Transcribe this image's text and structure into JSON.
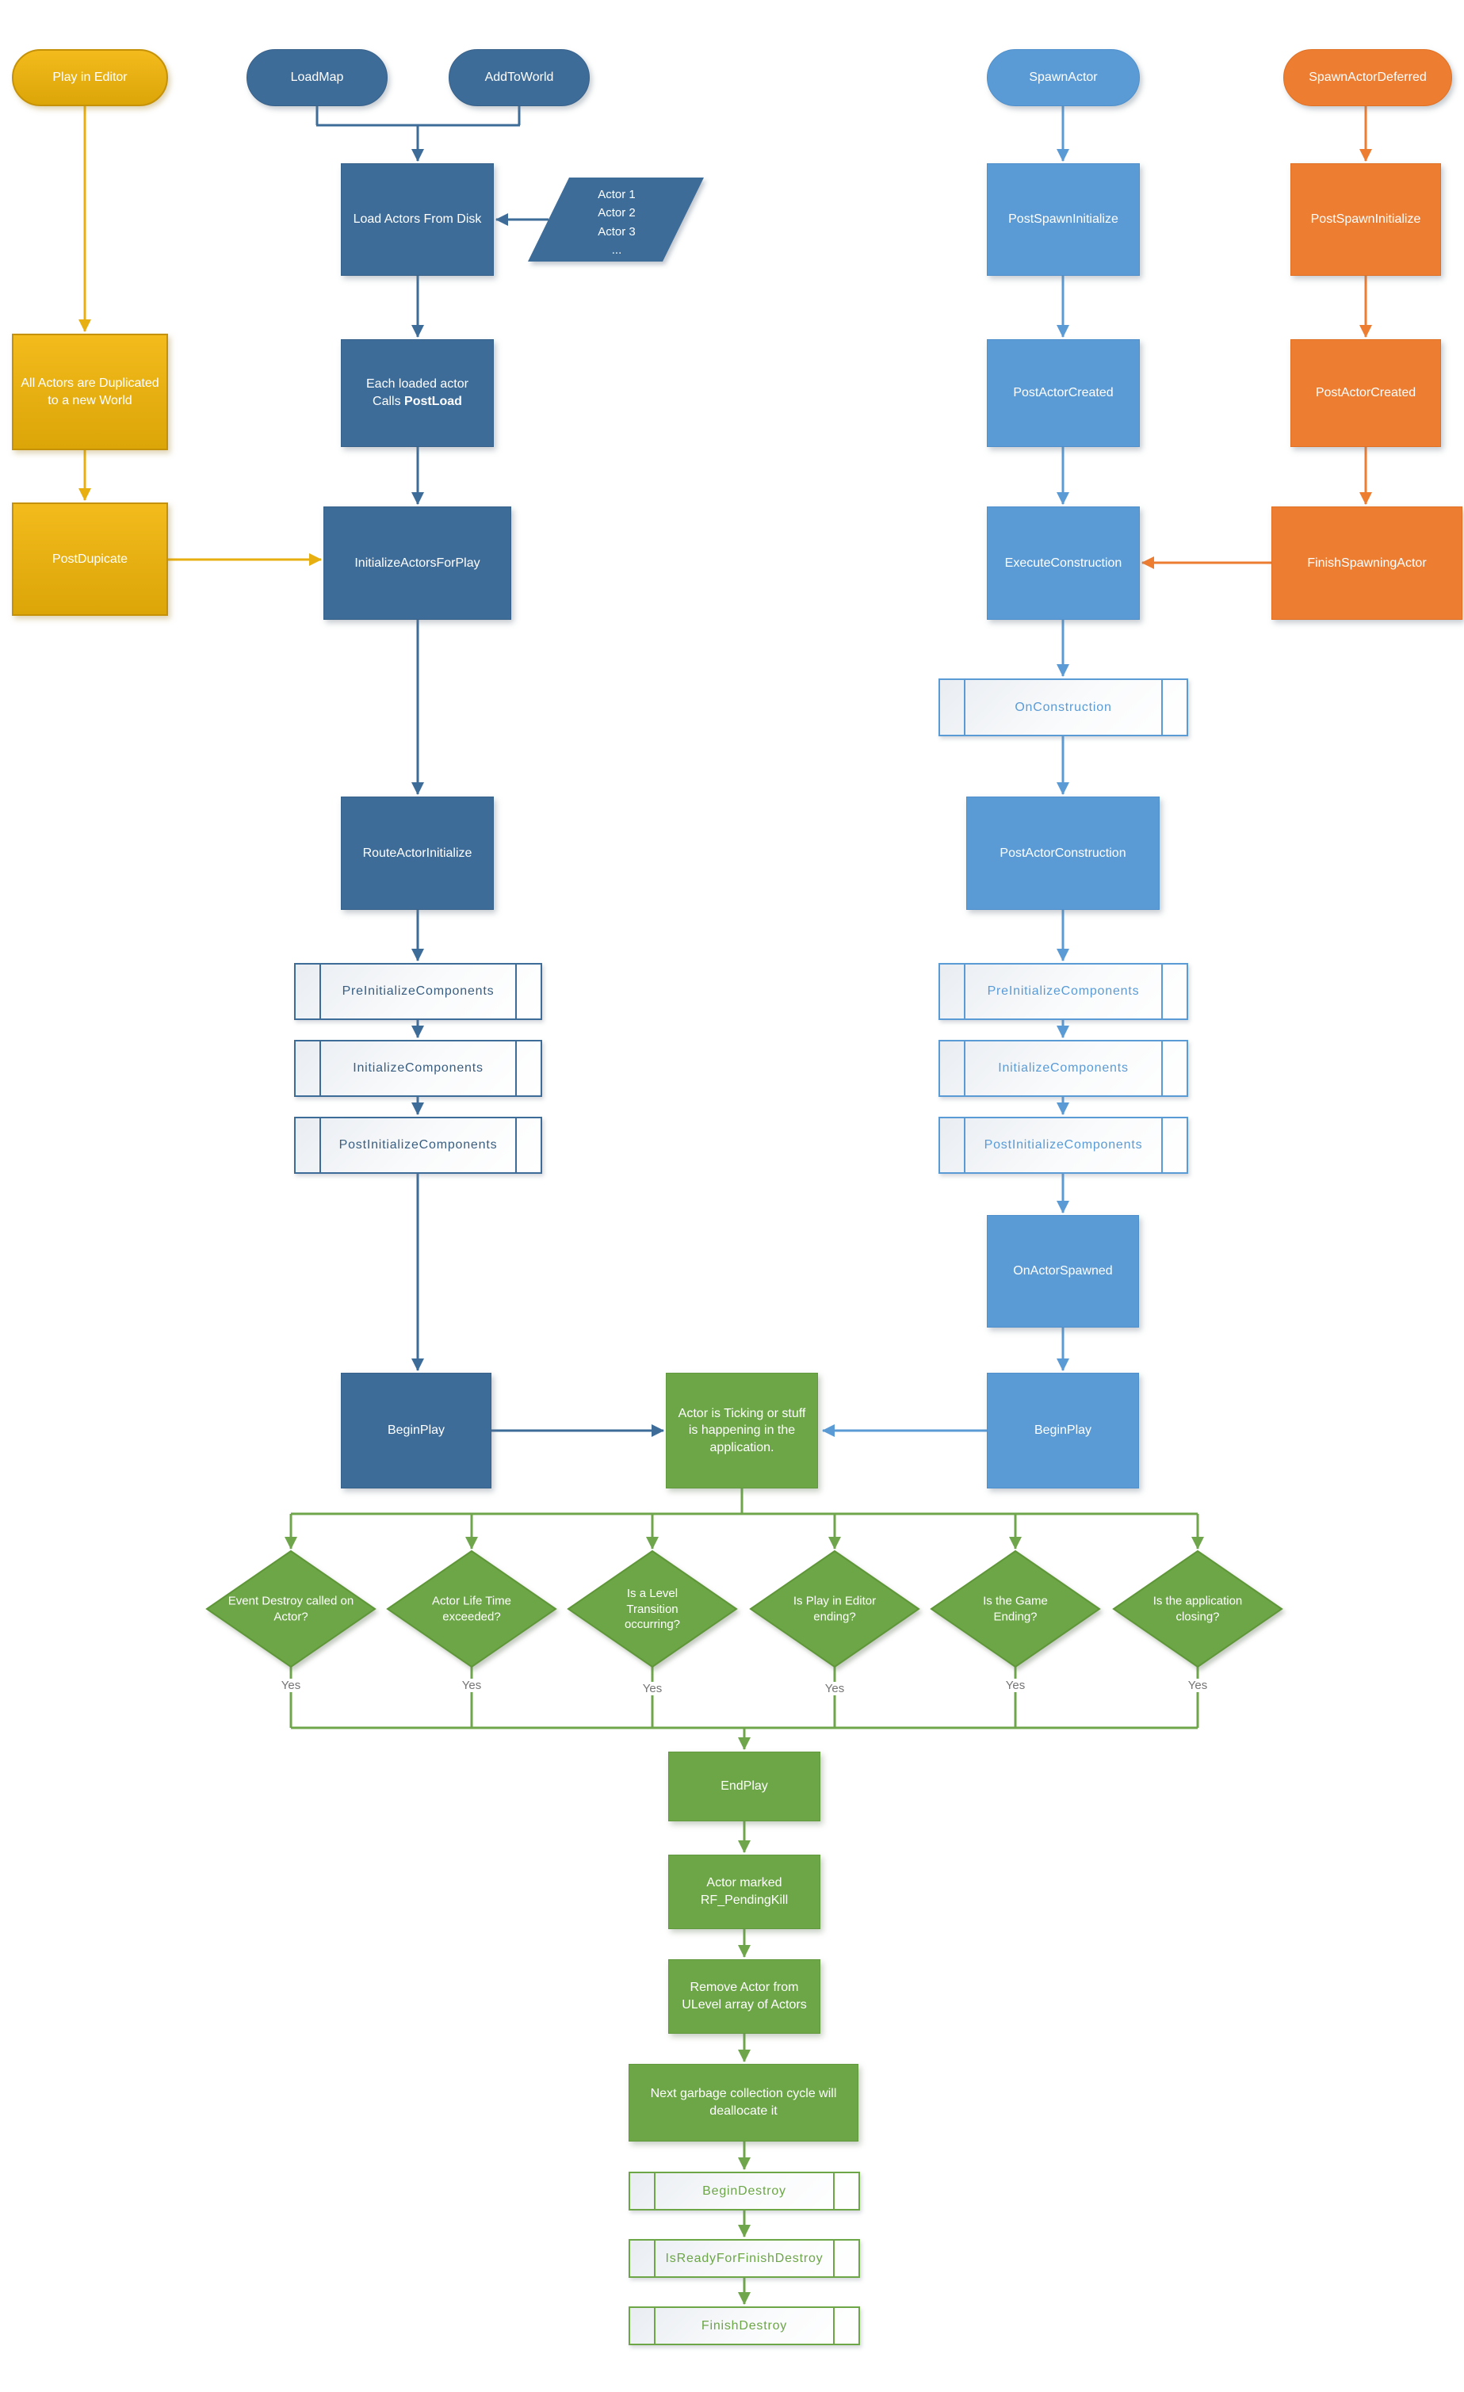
{
  "colors": {
    "dark_blue": "#3E6C99",
    "medium_blue": "#5B9BD5",
    "orange": "#ED7D31",
    "gold": "#E8AF10",
    "green": "#6CA647",
    "green_line": "#6FA64B"
  },
  "nodes": {
    "play_in_editor": {
      "label": "Play in Editor"
    },
    "load_map": {
      "label": "LoadMap"
    },
    "add_to_world": {
      "label": "AddToWorld"
    },
    "spawn_actor": {
      "label": "SpawnActor"
    },
    "spawn_actor_deferred": {
      "label": "SpawnActorDeferred"
    },
    "load_actors_from_disk": {
      "label": "Load Actors From Disk"
    },
    "actor_list": {
      "lines": [
        "Actor 1",
        "Actor 2",
        "Actor 3",
        "..."
      ]
    },
    "each_loaded_actor": {
      "line1": "Each loaded actor",
      "line2_prefix": "Calls ",
      "line2_bold": "PostLoad"
    },
    "all_actors_duplicated": {
      "label": "All Actors are Duplicated to a new World"
    },
    "post_dupicate": {
      "label": "PostDupicate"
    },
    "initialize_actors_for_play": {
      "label": "InitializeActorsForPlay"
    },
    "route_actor_initialize": {
      "label": "RouteActorInitialize"
    },
    "pre_initialize_components_left": {
      "label": "PreInitializeComponents"
    },
    "initialize_components_left": {
      "label": "InitializeComponents"
    },
    "post_initialize_components_left": {
      "label": "PostInitializeComponents"
    },
    "begin_play_left": {
      "label": "BeginPlay"
    },
    "post_spawn_initialize_blue": {
      "label": "PostSpawnInitialize"
    },
    "post_actor_created_blue": {
      "label": "PostActorCreated"
    },
    "execute_construction": {
      "label": "ExecuteConstruction"
    },
    "on_construction": {
      "label": "OnConstruction"
    },
    "post_actor_construction": {
      "label": "PostActorConstruction"
    },
    "pre_initialize_components_right": {
      "label": "PreInitializeComponents"
    },
    "initialize_components_right": {
      "label": "InitializeComponents"
    },
    "post_initialize_components_right": {
      "label": "PostInitializeComponents"
    },
    "on_actor_spawned": {
      "label": "OnActorSpawned"
    },
    "begin_play_right": {
      "label": "BeginPlay"
    },
    "post_spawn_initialize_orange": {
      "label": "PostSpawnInitialize"
    },
    "post_actor_created_orange": {
      "label": "PostActorCreated"
    },
    "finish_spawning_actor": {
      "label": "FinishSpawningActor"
    },
    "actor_ticking": {
      "label": "Actor is Ticking or stuff is happening in the application."
    },
    "end_play": {
      "label": "EndPlay"
    },
    "actor_marked_pending_kill": {
      "label": "Actor marked RF_PendingKill"
    },
    "remove_actor_from_ulevel": {
      "label": "Remove Actor from ULevel array of Actors"
    },
    "next_garbage_collection": {
      "label": "Next garbage collection cycle will deallocate it"
    },
    "begin_destroy": {
      "label": "BeginDestroy"
    },
    "is_ready_for_finish_destroy": {
      "label": "IsReadyForFinishDestroy"
    },
    "finish_destroy": {
      "label": "FinishDestroy"
    }
  },
  "decisions": [
    {
      "label": "Event Destroy called on Actor?"
    },
    {
      "label": "Actor Life Time exceeded?"
    },
    {
      "label": "Is a Level Transition occurring?"
    },
    {
      "label": "Is Play in Editor ending?"
    },
    {
      "label": "Is the Game Ending?"
    },
    {
      "label": "Is the application closing?"
    }
  ],
  "yes_label": "Yes"
}
